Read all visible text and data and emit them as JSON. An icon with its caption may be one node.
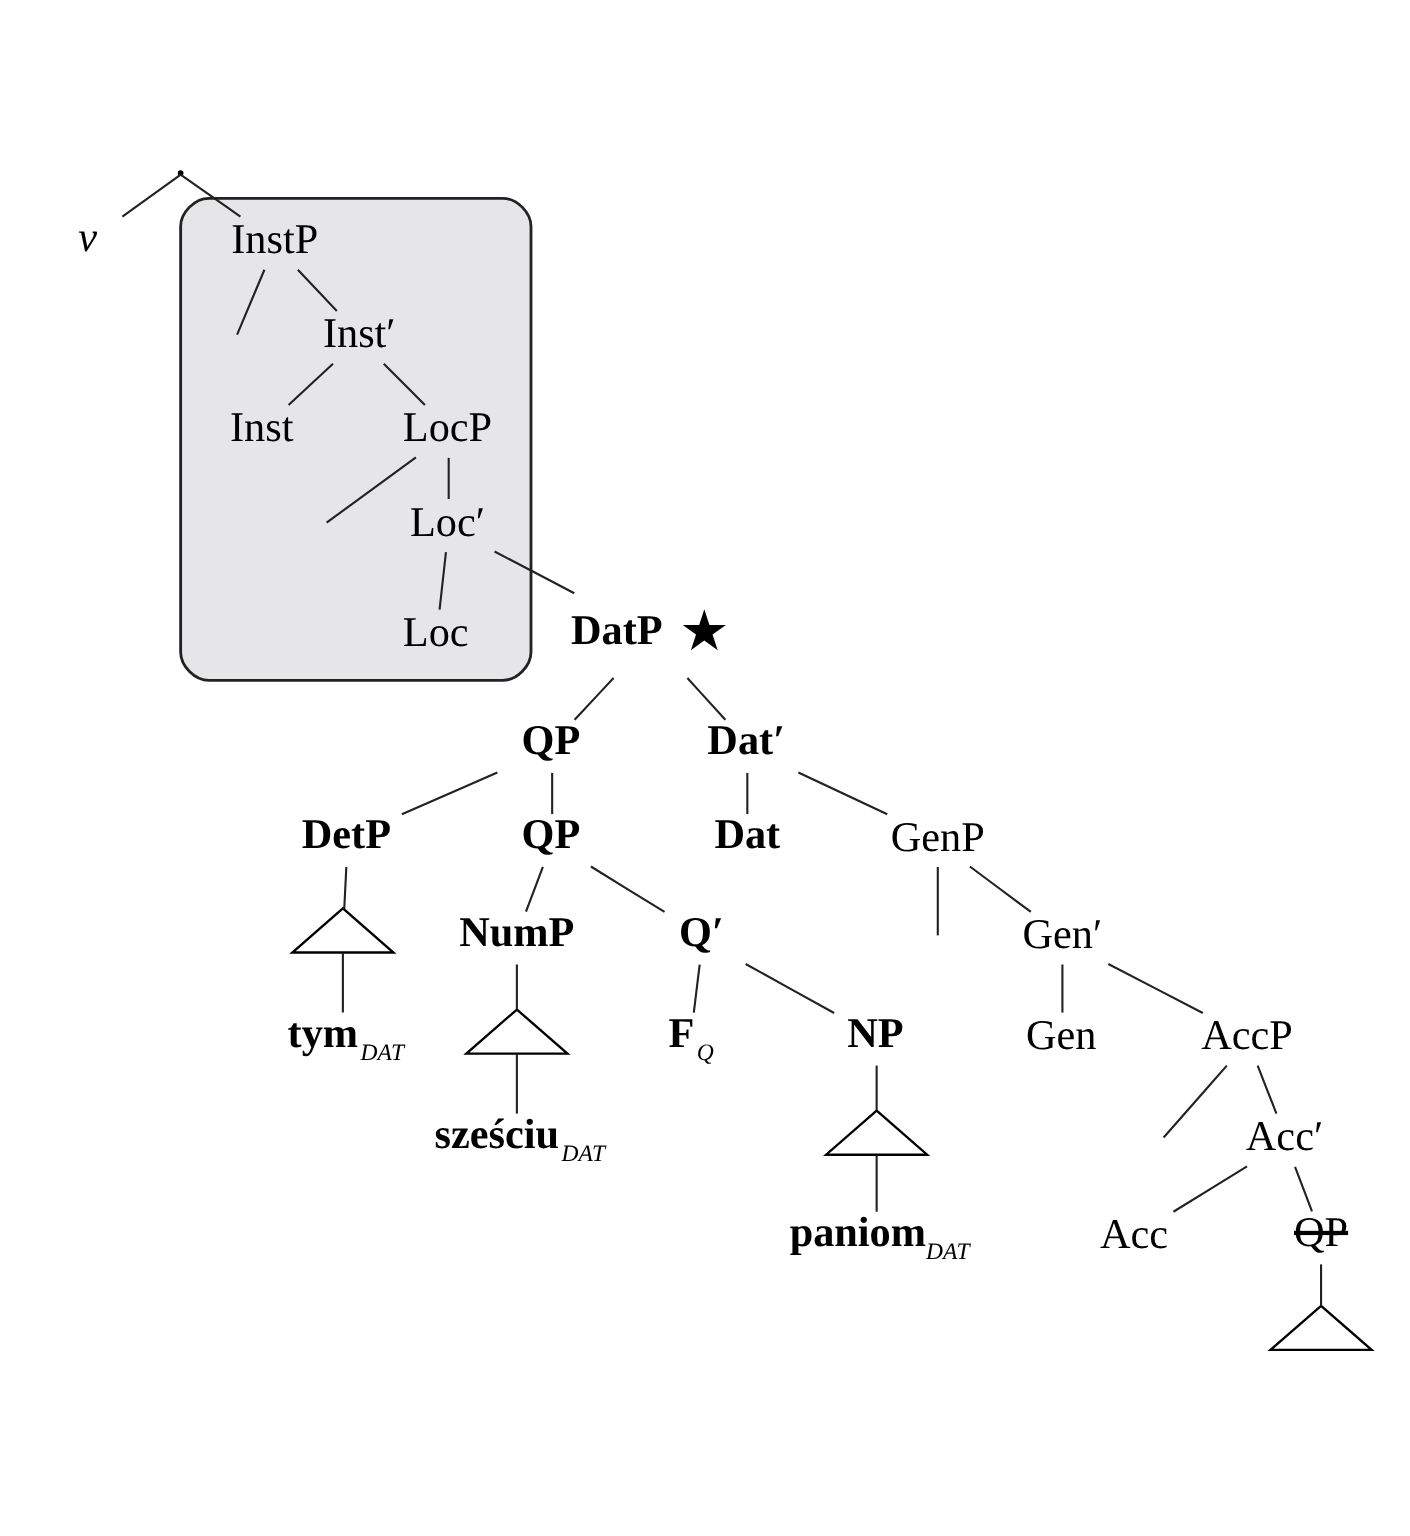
{
  "diagram": {
    "nodes": [
      {
        "text": [],
        "shape": "box"
      },
      {
        "text": [
          "v"
        ]
      },
      {
        "text": [
          "InstP"
        ],
        "in": 0
      },
      {
        "text": [
          "Inst′"
        ],
        "in": 0
      },
      {
        "text": [
          "Inst"
        ],
        "in": 0
      },
      {
        "text": [
          "LocP"
        ],
        "in": 0
      },
      {
        "text": [
          "Loc′"
        ],
        "in": 0
      },
      {
        "text": [
          "Loc"
        ],
        "in": 0
      },
      {
        "text": [
          "DatP"
        ],
        "beside": [
          "★"
        ]
      },
      {
        "text": [
          "Dat′"
        ]
      },
      {
        "text": [
          "QP"
        ]
      },
      {
        "text": [
          "Dat"
        ]
      },
      {
        "text": [
          "GenP"
        ]
      },
      {
        "text": [
          "DetP"
        ]
      },
      {
        "text": [
          "QP"
        ]
      },
      {
        "text": [
          "Gen′"
        ]
      },
      {
        "text": [],
        "shape": "triangle"
      },
      {
        "text": [
          "NumP"
        ]
      },
      {
        "text": [
          "Q′"
        ]
      },
      {
        "text": [
          "Gen"
        ]
      },
      {
        "text": [
          "AccP"
        ]
      },
      {
        "text": [
          "tym$_{DAT}$"
        ]
      },
      {
        "text": [],
        "shape": "triangle"
      },
      {
        "text": [
          "F$_{Q}$"
        ]
      },
      {
        "text": [
          "NP"
        ]
      },
      {
        "text": [
          "Acc′"
        ]
      },
      {
        "text": [
          "sześciu$_{DAT}$"
        ]
      },
      {
        "text": [],
        "shape": "triangle"
      },
      {
        "text": [
          "Acc"
        ]
      },
      {
        "text": [
          "QP"
        ]
      },
      {
        "text": [
          "paniom$_{DAT}$"
        ]
      },
      {
        "text": [],
        "shape": "triangle"
      },
      {
        "text": [],
        "shape": "point"
      }
    ],
    "edges": [
      {
        "from": 32,
        "to": 1,
        "arrow": "none"
      },
      {
        "from": 32,
        "to": 2,
        "arrow": "none"
      },
      {
        "from": 2,
        "to": null,
        "arrow": "none"
      },
      {
        "from": 2,
        "to": 3,
        "arrow": "none"
      },
      {
        "from": 3,
        "to": 4,
        "arrow": "none"
      },
      {
        "from": 3,
        "to": 5,
        "arrow": "none"
      },
      {
        "from": 5,
        "to": null,
        "arrow": "none"
      },
      {
        "from": 5,
        "to": 6,
        "arrow": "none"
      },
      {
        "from": 6,
        "to": 7,
        "arrow": "none"
      },
      {
        "from": 6,
        "to": 8,
        "arrow": "none"
      },
      {
        "from": 8,
        "to": 10,
        "arrow": "none"
      },
      {
        "from": 8,
        "to": 9,
        "arrow": "none"
      },
      {
        "from": 9,
        "to": 11,
        "arrow": "none"
      },
      {
        "from": 9,
        "to": 12,
        "arrow": "none"
      },
      {
        "from": 12,
        "to": null,
        "arrow": "none"
      },
      {
        "from": 12,
        "to": 15,
        "arrow": "none"
      },
      {
        "from": 15,
        "to": 19,
        "arrow": "none"
      },
      {
        "from": 15,
        "to": 20,
        "arrow": "none"
      },
      {
        "from": 20,
        "to": null,
        "arrow": "none"
      },
      {
        "from": 20,
        "to": 25,
        "arrow": "none"
      },
      {
        "from": 25,
        "to": 28,
        "arrow": "none"
      },
      {
        "from": 25,
        "to": 29,
        "arrow": "none"
      },
      {
        "from": 29,
        "to": 31,
        "arrow": "none"
      },
      {
        "from": 10,
        "to": 13,
        "arrow": "none"
      },
      {
        "from": 10,
        "to": 14,
        "arrow": "none"
      },
      {
        "from": 13,
        "to": 16,
        "arrow": "none"
      },
      {
        "from": 16,
        "to": 21,
        "arrow": "none"
      },
      {
        "from": 14,
        "to": 17,
        "arrow": "none"
      },
      {
        "from": 14,
        "to": 18,
        "arrow": "none"
      },
      {
        "from": 17,
        "to": 22,
        "arrow": "none"
      },
      {
        "from": 22,
        "to": 26,
        "arrow": "none"
      },
      {
        "from": 18,
        "to": 23,
        "arrow": "none"
      },
      {
        "from": 18,
        "to": 24,
        "arrow": "none"
      },
      {
        "from": 24,
        "to": 27,
        "arrow": "none"
      },
      {
        "from": 27,
        "to": 30,
        "arrow": "none"
      }
    ]
  }
}
